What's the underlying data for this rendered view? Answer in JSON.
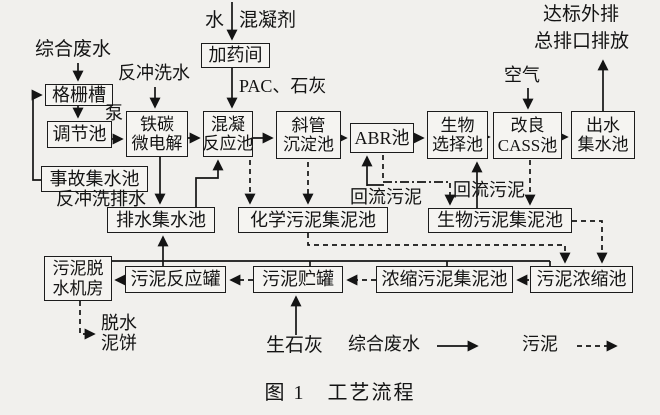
{
  "page": {
    "caption": "图 1　工艺流程"
  },
  "diagram": {
    "nodes": {
      "grating": {
        "label": "格栅槽"
      },
      "regulating": {
        "label": "调节池"
      },
      "accident": {
        "label": "事故集水池"
      },
      "dosing": {
        "label": "加药间"
      },
      "iron_carbon": {
        "lines": [
          "铁碳",
          "微电解"
        ]
      },
      "coagulation": {
        "lines": [
          "混凝",
          "反应池"
        ]
      },
      "inclined": {
        "lines": [
          "斜管",
          "沉淀池"
        ]
      },
      "abr": {
        "label": "ABR池"
      },
      "bio_select": {
        "lines": [
          "生物",
          "选择池"
        ]
      },
      "cass": {
        "lines": [
          "改良",
          "CASS池"
        ]
      },
      "effluent": {
        "lines": [
          "出水",
          "集水池"
        ]
      },
      "drainage": {
        "label": "排水集水池"
      },
      "chem_sludge": {
        "label": "化学污泥集泥池"
      },
      "bio_sludge": {
        "label": "生物污泥集泥池"
      },
      "dewatering": {
        "lines": [
          "污泥脱",
          "水机房"
        ]
      },
      "sludge_reactor": {
        "label": "污泥反应罐"
      },
      "sludge_storage": {
        "label": "污泥贮罐"
      },
      "thick_sludge": {
        "label": "浓缩污泥集泥池"
      },
      "thickener": {
        "label": "污泥浓缩池"
      }
    },
    "labels": {
      "raw_water": "综合废水",
      "water": "水",
      "coagulant": "混凝剂",
      "backwash_in": "反冲洗水",
      "pump": "泵",
      "pac_lime": "PAC、石灰",
      "air": "空气",
      "discharge_line1": "达标外排",
      "discharge_line2": "总排口排放",
      "backwash_drain": "反冲洗排水",
      "return_sludge_left": "回流污泥",
      "return_sludge_right": "回流污泥",
      "cake_line1": "脱水",
      "cake_line2": "泥饼",
      "quicklime": "生石灰"
    },
    "legend": {
      "wastewater": "综合废水",
      "sludge": "污泥"
    },
    "line_color": "#141414",
    "background": "#f1f0ed"
  }
}
